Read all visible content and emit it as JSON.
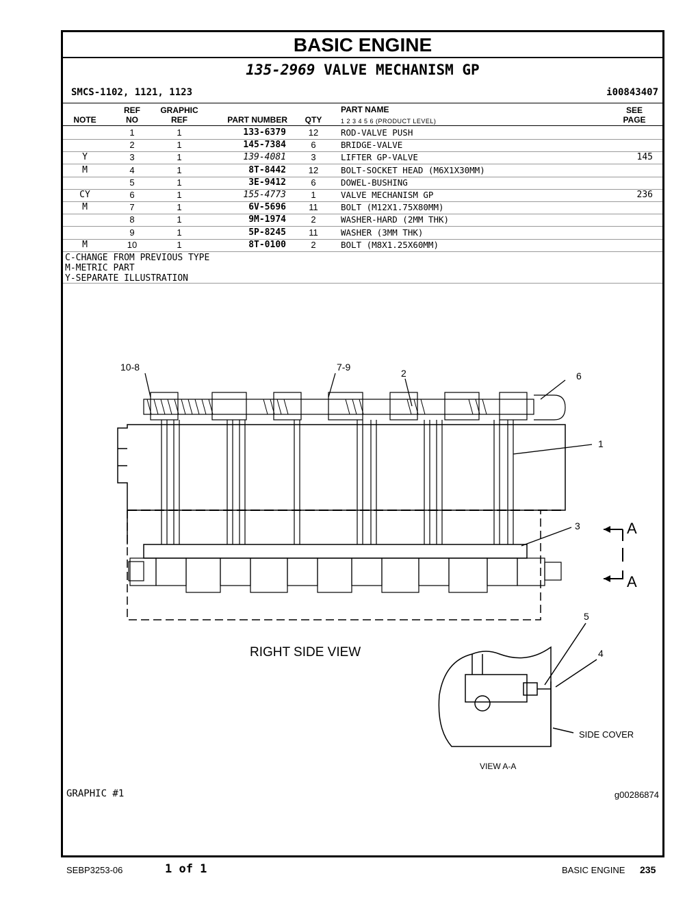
{
  "header": {
    "section_title": "BASIC ENGINE",
    "group_number": "135-2969",
    "group_name": "VALVE MECHANISM GP",
    "smcs": "SMCS-1102, 1121, 1123",
    "illustration_id": "i00843407"
  },
  "columns": {
    "note": "NOTE",
    "ref_top": "REF",
    "ref_bottom": "NO",
    "graphic_top": "GRAPHIC",
    "graphic_bottom": "REF",
    "part_number": "PART NUMBER",
    "qty": "QTY",
    "part_name": "PART NAME",
    "levels": "1   2   3   4   5   6   (PRODUCT LEVEL)",
    "see_top": "SEE",
    "see_bottom": "PAGE"
  },
  "parts": [
    {
      "note": "",
      "ref": "1",
      "graphic": "1",
      "part": "133-6379",
      "qty": "12",
      "name": "ROD-VALVE PUSH",
      "see": ""
    },
    {
      "note": "",
      "ref": "2",
      "graphic": "1",
      "part": "145-7384",
      "qty": "6",
      "name": "BRIDGE-VALVE",
      "see": ""
    },
    {
      "note": "Y",
      "ref": "3",
      "graphic": "1",
      "part": "139-4081",
      "qty": "3",
      "name": "LIFTER GP-VALVE",
      "see": "145"
    },
    {
      "note": "M",
      "ref": "4",
      "graphic": "1",
      "part": "8T-8442",
      "qty": "12",
      "name": "BOLT-SOCKET HEAD (M6X1X30MM)",
      "see": ""
    },
    {
      "note": "",
      "ref": "5",
      "graphic": "1",
      "part": "3E-9412",
      "qty": "6",
      "name": "DOWEL-BUSHING",
      "see": ""
    },
    {
      "note": "CY",
      "ref": "6",
      "graphic": "1",
      "part": "155-4773",
      "qty": "1",
      "name": "VALVE MECHANISM GP",
      "see": "236"
    },
    {
      "note": "M",
      "ref": "7",
      "graphic": "1",
      "part": "6V-5696",
      "qty": "11",
      "name": "BOLT (M12X1.75X80MM)",
      "see": ""
    },
    {
      "note": "",
      "ref": "8",
      "graphic": "1",
      "part": "9M-1974",
      "qty": "2",
      "name": "WASHER-HARD (2MM THK)",
      "see": ""
    },
    {
      "note": "",
      "ref": "9",
      "graphic": "1",
      "part": "5P-8245",
      "qty": "11",
      "name": "WASHER (3MM THK)",
      "see": ""
    },
    {
      "note": "M",
      "ref": "10",
      "graphic": "1",
      "part": "8T-0100",
      "qty": "2",
      "name": "BOLT (M8X1.25X60MM)",
      "see": ""
    }
  ],
  "notes": [
    "C-CHANGE FROM PREVIOUS TYPE",
    "M-METRIC PART",
    "Y-SEPARATE ILLUSTRATION"
  ],
  "drawing": {
    "callouts": [
      "10-8",
      "7-9",
      "2",
      "6",
      "1",
      "3",
      "5",
      "4"
    ],
    "section_marks": [
      "A",
      "A"
    ],
    "view_label": "RIGHT SIDE VIEW",
    "side_cover_label": "SIDE COVER",
    "view_aa_label": "VIEW A-A"
  },
  "graphic": {
    "label": "GRAPHIC #1",
    "id": "g00286874"
  },
  "footer": {
    "doc": "SEBP3253-06",
    "page_of": "1 of 1",
    "section": "BASIC ENGINE",
    "page": "235"
  }
}
